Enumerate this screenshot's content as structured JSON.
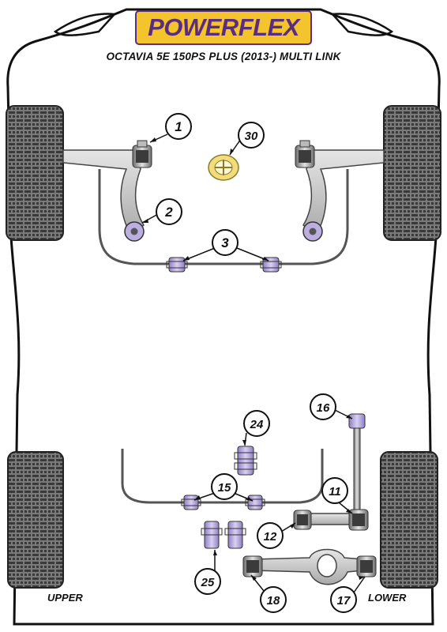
{
  "brand": {
    "logo_text": "POWERFLEX"
  },
  "title": "OCTAVIA 5E 150PS PLUS (2013-) MULTI LINK",
  "corners": {
    "left": "UPPER",
    "right": "LOWER"
  },
  "part_labels": [
    "1",
    "2",
    "3",
    "30",
    "16",
    "24",
    "15",
    "11",
    "12",
    "25",
    "18",
    "17"
  ],
  "colors": {
    "bush_purple": "#bcaee0",
    "tyre_dark": "#4a4a4a",
    "arm_grey": "#cfcfcf",
    "logo_gold": "#f3c42b",
    "logo_purple": "#5b2d82"
  }
}
